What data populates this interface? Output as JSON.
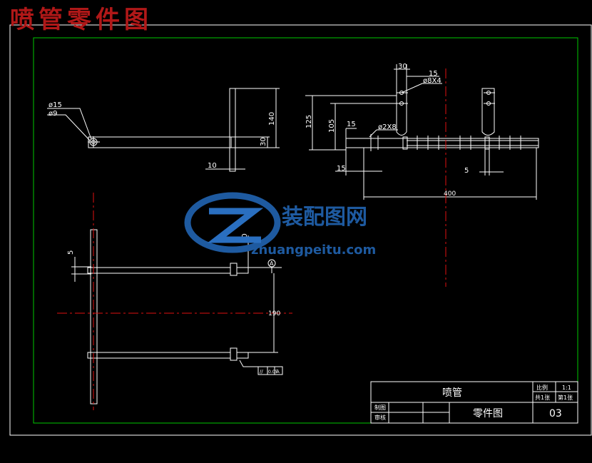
{
  "page_heading": "喷管零件图",
  "watermark": {
    "brand": "装配图网",
    "url": "zhuangpeitu.com"
  },
  "drawing": {
    "top_left_view": {
      "dia_outer": "ø15",
      "dia_inner": "ø9",
      "dim_height": "140",
      "dim_thickness": "30",
      "dim_offset": "10"
    },
    "top_right_view": {
      "dim_width_top": "30",
      "dim_gap_top": "15",
      "hole_spec": "ø8X4",
      "dim_h1": "125",
      "dim_h2": "105",
      "dim_h3": "15",
      "pipe_spec": "ø2X8",
      "dim_left": "15",
      "dim_right": "5",
      "dim_total": "400"
    },
    "bottom_view": {
      "dim_wall": "5",
      "dim_step": "10",
      "dim_spacing": "190",
      "datum_label": "A",
      "tolerance_frame": [
        "//",
        "0.05",
        "A"
      ]
    }
  },
  "title_block": {
    "part_name": "喷管",
    "drawing_kind": "零件图",
    "label_scale": "比例",
    "value_scale": "1:1",
    "label_qty": "共1张",
    "label_sheet": "第1张",
    "label_drawn": "制图",
    "label_checked": "审核",
    "drawing_no": "03"
  },
  "colors": {
    "background": "#000000",
    "frame_outer": "#ffffff",
    "frame_inner": "#00c800",
    "geometry": "#ffffff",
    "centerline": "#e01010",
    "heading": "#b01818",
    "watermark": "#1e5aa0"
  }
}
